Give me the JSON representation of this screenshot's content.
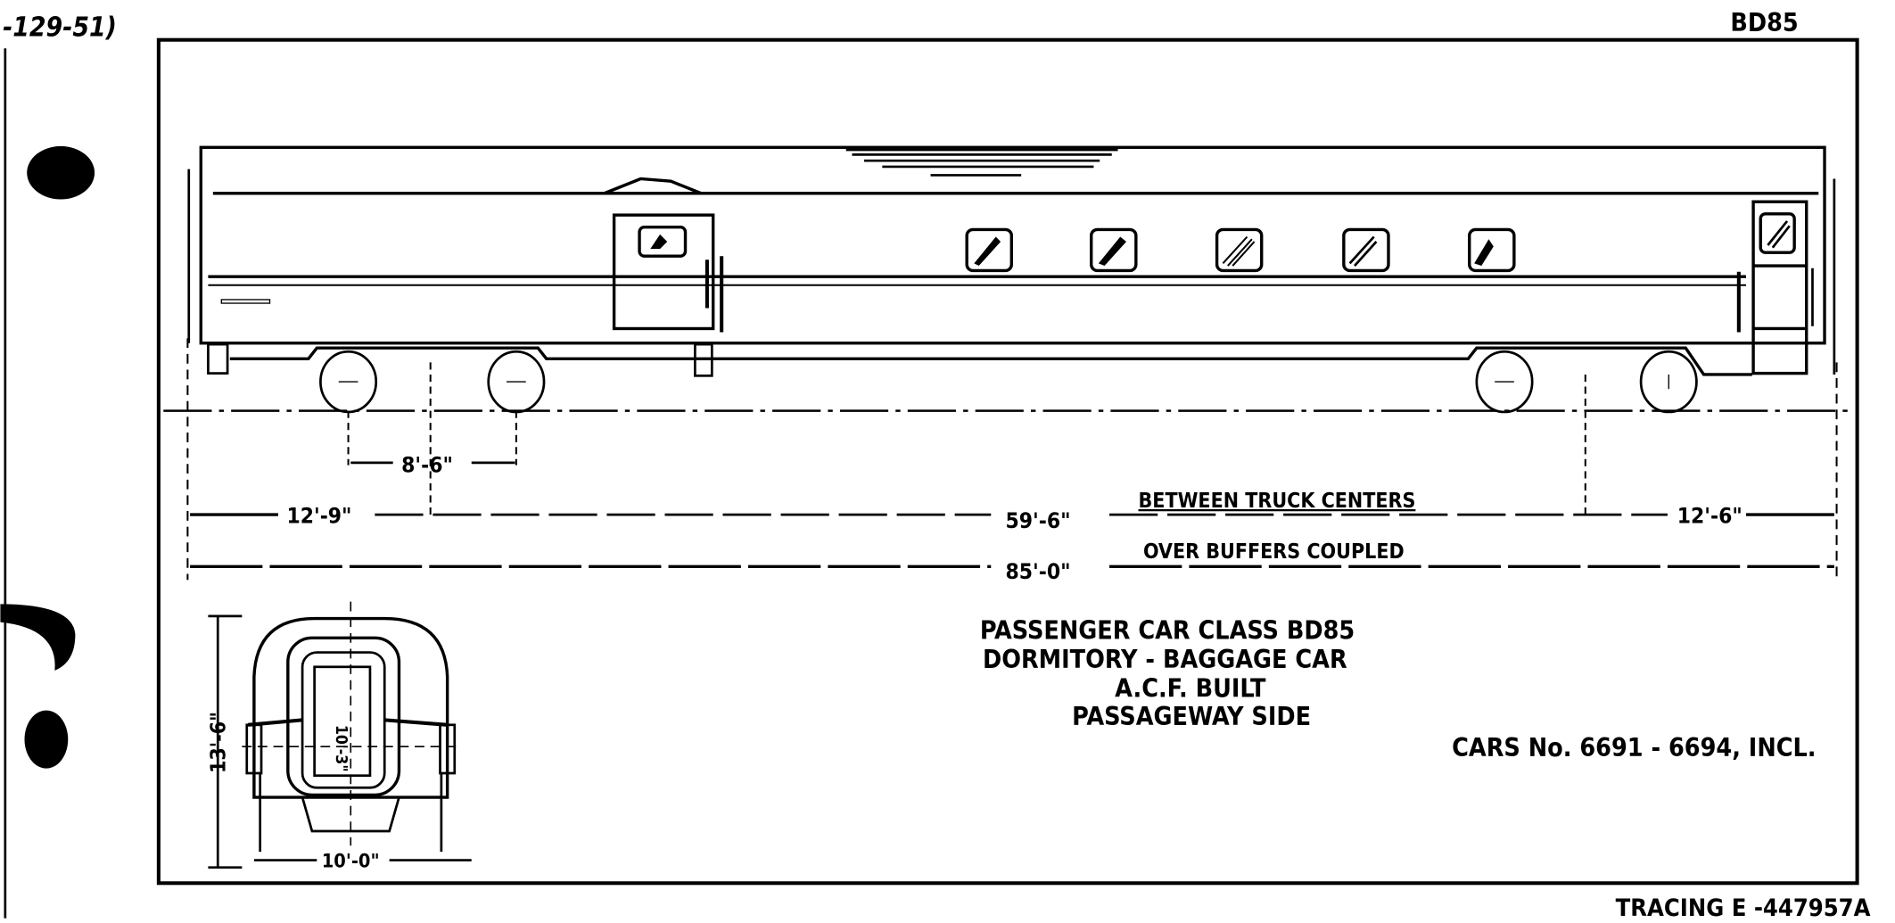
{
  "header": {
    "sheet_ref": "-129-51)",
    "class_code": "BD85"
  },
  "dimensions": {
    "truck_wheelbase": "8'-6\"",
    "front_overhang": "12'-9\"",
    "truck_centers": "59'-6\"",
    "truck_centers_label": "BETWEEN TRUCK CENTERS",
    "rear_overhang": "12'-6\"",
    "overall_length": "85'-0\"",
    "overall_length_label": "OVER BUFFERS COUPLED",
    "end_height": "13'-6\"",
    "end_width": "10'-0\"",
    "end_inner": "10'-3\""
  },
  "title_block": {
    "line1": "PASSENGER CAR CLASS BD85",
    "line2": "DORMITORY - BAGGAGE CAR",
    "line3": "A.C.F. BUILT",
    "line4": "PASSAGEWAY SIDE",
    "cars": "CARS No. 6691 - 6694, INCL.",
    "tracing": "TRACING E -447957A"
  }
}
